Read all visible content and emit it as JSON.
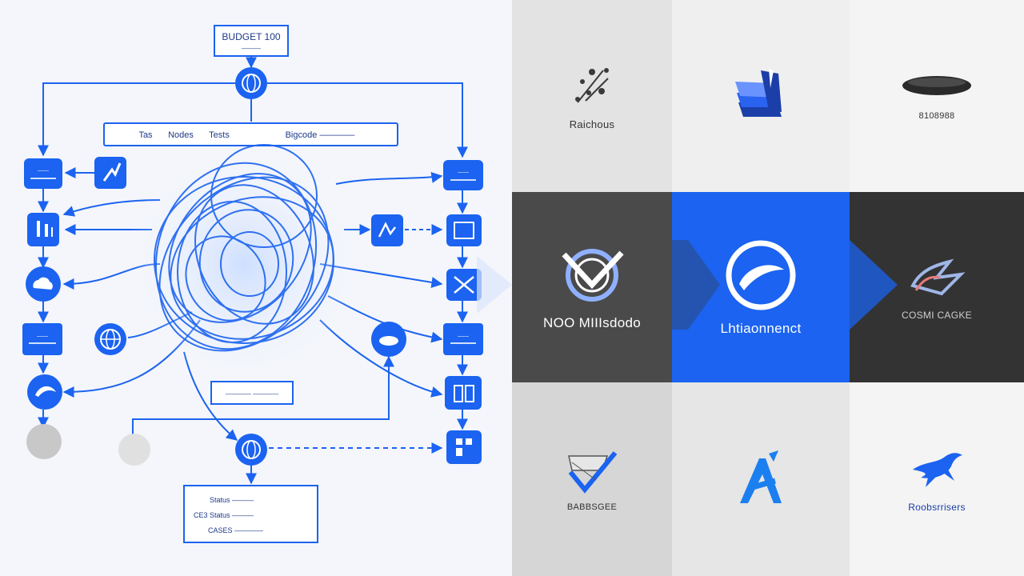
{
  "colors": {
    "accent": "#1b63f0",
    "dark_tile": "#4a4a4a",
    "darker_tile": "#333333",
    "light_tile": "#e3e3e3",
    "lighter_tile": "#efefef",
    "paper": "#f4f6fb"
  },
  "diagram": {
    "title_line1": "BUDGET 100",
    "title_line2": "———",
    "header_bar": [
      "Tas",
      "Nodes",
      "Tests",
      "Bigcode ————"
    ],
    "left_box_1": "——",
    "left_box_2": "——",
    "right_box_1": "——",
    "right_box_2": "——",
    "mid_box": "———— ————",
    "bottom_box_line1": "Status ———",
    "bottom_box_line2": "CE3 Status ———",
    "bottom_box_line3": "CASES ————"
  },
  "tiles": [
    {
      "label": "Raichous",
      "icon": "scatter-logo-icon"
    },
    {
      "label": "",
      "icon": "stacked-flag-icon"
    },
    {
      "label": "8108988",
      "icon": "disc-icon"
    },
    {
      "label": "NOO MIIIsdodo",
      "icon": "check-circle-icon"
    },
    {
      "label": "Lhtiaonnenct",
      "icon": "ring-swoosh-icon"
    },
    {
      "label": "COSMI CAGKE",
      "icon": "abstract-glyph-icon"
    },
    {
      "label": "BABBSGEE",
      "icon": "ribbon-check-icon"
    },
    {
      "label": "",
      "icon": "letter-a-icon"
    },
    {
      "label": "Roobsrrisers",
      "icon": "bird-icon"
    }
  ]
}
